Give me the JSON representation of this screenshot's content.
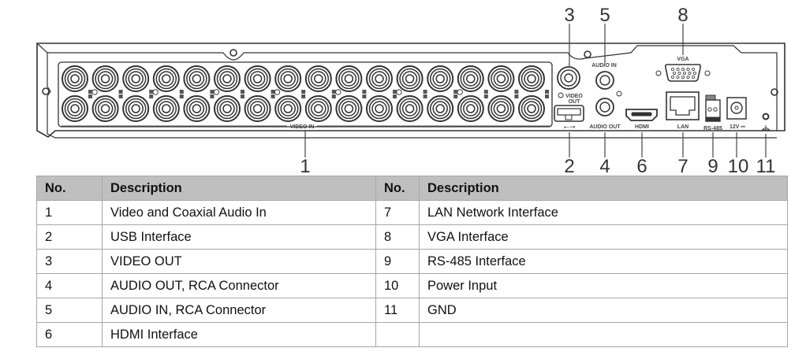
{
  "diagram": {
    "title": "DVR rear panel",
    "panel_labels": {
      "video_in": "VIDEO IN",
      "video_out_1": "VIDEO",
      "video_out_2": "OUT",
      "audio_in": "AUDIO IN",
      "audio_out": "AUDIO OUT",
      "hdmi": "HDMI",
      "vga": "VGA",
      "lan": "LAN",
      "rs485": "RS-485",
      "power": "12V ⎓"
    },
    "bnc_channels": 32,
    "callouts": [
      "1",
      "2",
      "3",
      "4",
      "5",
      "6",
      "7",
      "8",
      "9",
      "10",
      "11"
    ]
  },
  "table": {
    "headers": [
      "No.",
      "Description",
      "No.",
      "Description"
    ],
    "rows": [
      [
        "1",
        "Video and Coaxial Audio In",
        "7",
        "LAN Network Interface"
      ],
      [
        "2",
        "USB Interface",
        "8",
        "VGA Interface"
      ],
      [
        "3",
        "VIDEO OUT",
        "9",
        "RS-485 Interface"
      ],
      [
        "4",
        "AUDIO OUT, RCA Connector",
        "10",
        "Power Input"
      ],
      [
        "5",
        "AUDIO IN, RCA Connector",
        "11",
        "GND"
      ],
      [
        "6",
        "HDMI Interface",
        "",
        ""
      ]
    ]
  }
}
